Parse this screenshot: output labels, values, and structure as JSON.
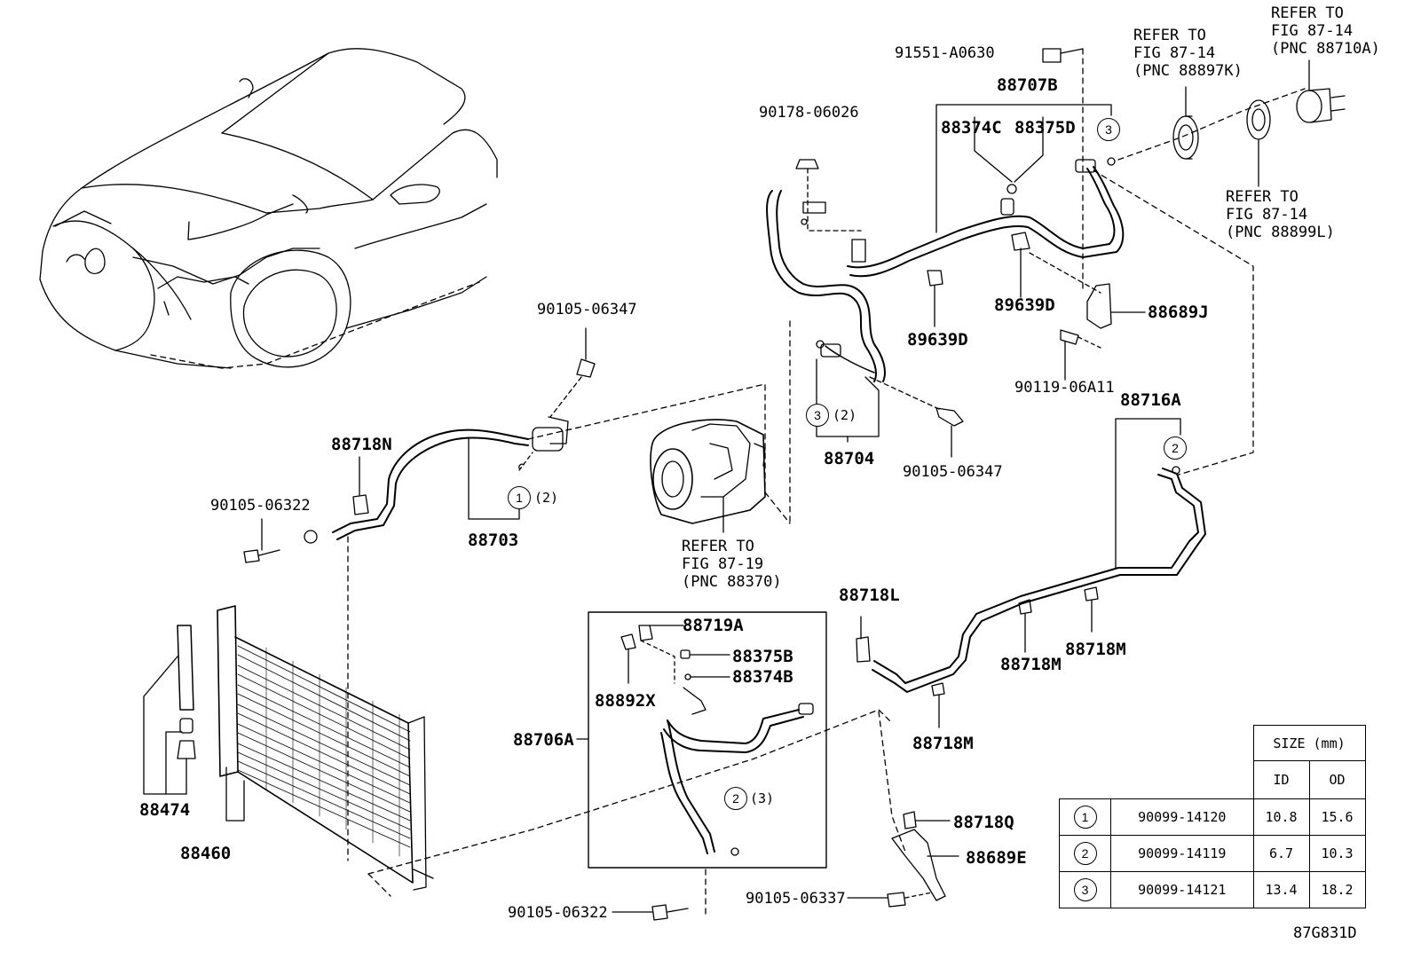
{
  "figure_code": "87G831D",
  "callouts": {
    "p88707B": "88707B",
    "p91551_A0630": "91551-A0630",
    "p90178_06026": "90178-06026",
    "p88374C": "88374C",
    "p88375D": "88375D",
    "p89639D_a": "89639D",
    "p89639D_b": "89639D",
    "p88689J": "88689J",
    "p90119_06A11": "90119-06A11",
    "p88716A": "88716A",
    "p88704": "88704",
    "p90105_06347_a": "90105-06347",
    "p90105_06347_b": "90105-06347",
    "p88718N": "88718N",
    "p90105_06322_a": "90105-06322",
    "p88703": "88703",
    "p88718L": "88718L",
    "p88718M_a": "88718M",
    "p88718M_b": "88718M",
    "p88718M_c": "88718M",
    "p88719A": "88719A",
    "p88375B": "88375B",
    "p88374B": "88374B",
    "p88892X": "88892X",
    "p88706A": "88706A",
    "p88718Q": "88718Q",
    "p88689E": "88689E",
    "p90105_06337": "90105-06337",
    "p90105_06322_b": "90105-06322",
    "p88474": "88474",
    "p88460": "88460"
  },
  "references": {
    "ref_88710A": "REFER TO\nFIG 87-14\n(PNC 88710A)",
    "ref_88897K": "REFER TO\nFIG 87-14\n(PNC 88897K)",
    "ref_88899L": "REFER TO\nFIG 87-14\n(PNC 88899L)",
    "ref_88370": "REFER TO\nFIG 87-19\n(PNC 88370)"
  },
  "markers": {
    "m3_top": "3",
    "m3_left": "3",
    "m3_left_qty": "(2)",
    "m2_right": "2",
    "m1": "1",
    "m1_qty": "(2)",
    "m2_low": "2",
    "m2_low_qty": "(3)"
  },
  "size_table": {
    "header": "SIZE (mm)",
    "col_id": "ID",
    "col_od": "OD",
    "rows": [
      {
        "mark": "1",
        "part": "90099-14120",
        "id": "10.8",
        "od": "15.6"
      },
      {
        "mark": "2",
        "part": "90099-14119",
        "id": "6.7",
        "od": "10.3"
      },
      {
        "mark": "3",
        "part": "90099-14121",
        "id": "13.4",
        "od": "18.2"
      }
    ]
  }
}
